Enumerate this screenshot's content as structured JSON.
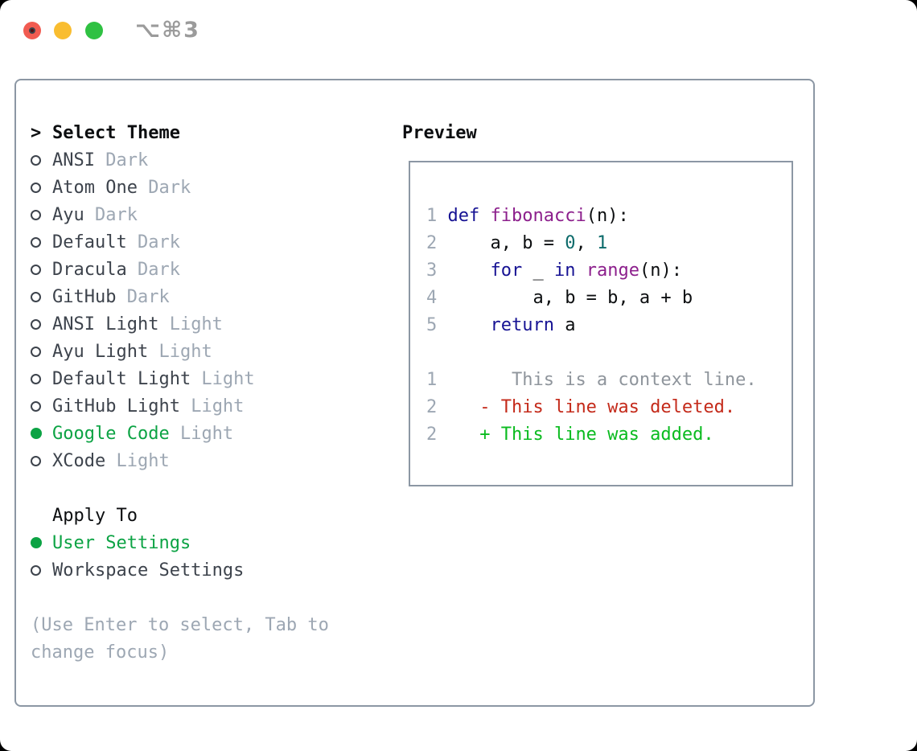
{
  "titlebar": {
    "shortcut": "⌥⌘3",
    "traffic_lights": [
      {
        "name": "close",
        "color": "#f15b51"
      },
      {
        "name": "minimize",
        "color": "#f9bd30"
      },
      {
        "name": "zoom",
        "color": "#2fc142"
      }
    ]
  },
  "theme_list": {
    "header_marker": ">",
    "header": "Select Theme",
    "items": [
      {
        "name": "ANSI",
        "variant": "Dark",
        "selected": false
      },
      {
        "name": "Atom One",
        "variant": "Dark",
        "selected": false
      },
      {
        "name": "Ayu",
        "variant": "Dark",
        "selected": false
      },
      {
        "name": "Default",
        "variant": "Dark",
        "selected": false
      },
      {
        "name": "Dracula",
        "variant": "Dark",
        "selected": false
      },
      {
        "name": "GitHub",
        "variant": "Dark",
        "selected": false
      },
      {
        "name": "ANSI Light",
        "variant": "Light",
        "selected": false
      },
      {
        "name": "Ayu Light",
        "variant": "Light",
        "selected": false
      },
      {
        "name": "Default Light",
        "variant": "Light",
        "selected": false
      },
      {
        "name": "GitHub Light",
        "variant": "Light",
        "selected": false
      },
      {
        "name": "Google Code",
        "variant": "Light",
        "selected": true
      },
      {
        "name": "XCode",
        "variant": "Light",
        "selected": false
      }
    ]
  },
  "apply_to": {
    "header": "Apply To",
    "options": [
      {
        "name": "User Settings",
        "selected": true
      },
      {
        "name": "Workspace Settings",
        "selected": false
      }
    ]
  },
  "help_lines": [
    "(Use Enter to select, Tab to",
    "change focus)"
  ],
  "preview": {
    "header": "Preview",
    "lines": [
      [
        {
          "c": "num",
          "t": "1 "
        },
        {
          "c": "kwd",
          "t": "def"
        },
        {
          "c": "pln",
          "t": " "
        },
        {
          "c": "typ",
          "t": "fibonacci"
        },
        {
          "c": "pln",
          "t": "(n):"
        }
      ],
      [
        {
          "c": "num",
          "t": "2 "
        },
        {
          "c": "pln",
          "t": "    a, b = "
        },
        {
          "c": "lit",
          "t": "0"
        },
        {
          "c": "pln",
          "t": ", "
        },
        {
          "c": "lit",
          "t": "1"
        }
      ],
      [
        {
          "c": "num",
          "t": "3 "
        },
        {
          "c": "pln",
          "t": "    "
        },
        {
          "c": "kwd",
          "t": "for"
        },
        {
          "c": "pln",
          "t": " _ "
        },
        {
          "c": "kwd",
          "t": "in"
        },
        {
          "c": "pln",
          "t": " "
        },
        {
          "c": "typ",
          "t": "range"
        },
        {
          "c": "pln",
          "t": "(n):"
        }
      ],
      [
        {
          "c": "num",
          "t": "4 "
        },
        {
          "c": "pln",
          "t": "        a, b = b, a + b"
        }
      ],
      [
        {
          "c": "num",
          "t": "5 "
        },
        {
          "c": "pln",
          "t": "    "
        },
        {
          "c": "kwd",
          "t": "return"
        },
        {
          "c": "pln",
          "t": " a"
        }
      ],
      [],
      [
        {
          "c": "num",
          "t": "1 "
        },
        {
          "c": "ctx",
          "t": "      This is a context line."
        }
      ],
      [
        {
          "c": "num",
          "t": "2 "
        },
        {
          "c": "del",
          "t": "   - This line was deleted."
        }
      ],
      [
        {
          "c": "num",
          "t": "2 "
        },
        {
          "c": "add",
          "t": "   + This line was added."
        }
      ]
    ]
  },
  "colors": {
    "ui_selected_green": "#0ca344",
    "diff_added_green": "#0abb1f",
    "diff_deleted_red": "#c42a1a",
    "keyword_blue": "#161293",
    "identifier_purple": "#8c1f8c",
    "literal_teal": "#0b6a6a",
    "muted_gray": "#9da7b3",
    "box_border_gray": "#8c97a4"
  }
}
